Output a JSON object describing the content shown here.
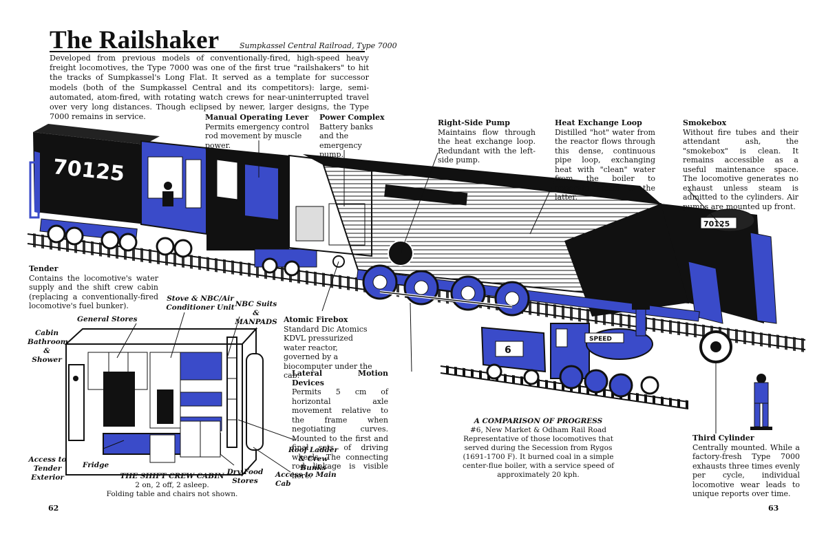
{
  "page": {
    "title": "The Railshaker",
    "subtitle": "Sumpkassel Central Railroad, Type 7000",
    "intro": "Developed from previous models of conventionally-fired, high-speed heavy freight locomotives, the Type 7000 was one of the first true \"railshakers\" to hit the tracks of Sumpkassel's Long Flat. It served as a template for successor models (both of the Sumpkassel Central and its competitors): large, semi-automated, atom-fired, with rotating watch crews for near-uninterrupted travel over very long distances. Though eclipsed by newer, larger designs, the Type 7000 remains in service.",
    "page_left": "62",
    "page_right": "63"
  },
  "locomotive": {
    "tender_number": "70125",
    "smokebox_number": "70125",
    "old_loco_number": "6",
    "old_loco_name": "SPEED",
    "colors": {
      "blue": "#3a4bc9",
      "ink": "#111111"
    }
  },
  "callouts": {
    "manual_lever": {
      "title": "Manual Operating Lever",
      "body": "Permits emergency control rod movement by muscle power."
    },
    "power_complex": {
      "title": "Power Complex",
      "body": "Battery banks and the emergency pump."
    },
    "right_pump": {
      "title": "Right-Side Pump",
      "body": "Maintains flow through the heat exchange loop. Redundant with the left-side pump."
    },
    "heat_loop": {
      "title": "Heat Exchange Loop",
      "body": "Distilled \"hot\" water from the reactor flows through this dense, continuous pipe loop, exchanging heat with \"clean\" water from the boiler to generate steam in the latter."
    },
    "smokebox": {
      "title": "Smokebox",
      "body": "Without fire tubes and their attendant ash, the \"smokebox\" is clean. It remains accessible as a useful maintenance space. The locomotive generates no exhaust unless steam is admitted to the cylinders. Air pumps are mounted up front."
    },
    "tender": {
      "title": "Tender",
      "body": "Contains the locomotive's water supply and the shift crew cabin (replacing a conventionally-fired locomotive's fuel bunker)."
    },
    "firebox": {
      "title": "Atomic Firebox",
      "body": "Standard Dic Atomics KDVL pressurized water reactor, governed by a biocomputer under the cab."
    },
    "lateral": {
      "title": "Lateral Motion Devices",
      "body": "Permits 5 cm of horizontal axle movement relative to the frame when negotiating curves. Mounted to the first and final sets of driving wheels. The connecting rod linkage is visible here."
    },
    "third_cyl": {
      "title": "Third Cylinder",
      "body": "Centrally mounted. While a factory-fresh Type 7000 exhausts three times evenly per cycle, individual locomotive wear leads to unique reports over time."
    }
  },
  "comparison": {
    "heading": "A COMPARISON OF PROGRESS",
    "line1": "#6, New Market & Odham Rail Road",
    "body": "Representative of those locomotives that served during the Secession from Rygos (1691-1700 F). It burned coal in a simple center-flue boiler, with a service speed of approximately 20 kph."
  },
  "cabin": {
    "stove": "Stove & NBC/Air Conditioner Unit",
    "nbc": "NBC Suits & MANPADS",
    "general": "General Stores",
    "bathroom": "Cabin Bathroom & Shower",
    "access_tender": "Access to Tender Exterior",
    "fridge": "Fridge",
    "roof_ladder": "Roof Ladder & Crew Bunks",
    "dry_food": "Dry Food Stores",
    "access_cab": "Access to Main Cab",
    "caption_title": "THE SHIFT CREW CABIN",
    "caption_line1": "2 on, 2 off, 2 asleep.",
    "caption_line2": "Folding table and chairs not shown."
  }
}
